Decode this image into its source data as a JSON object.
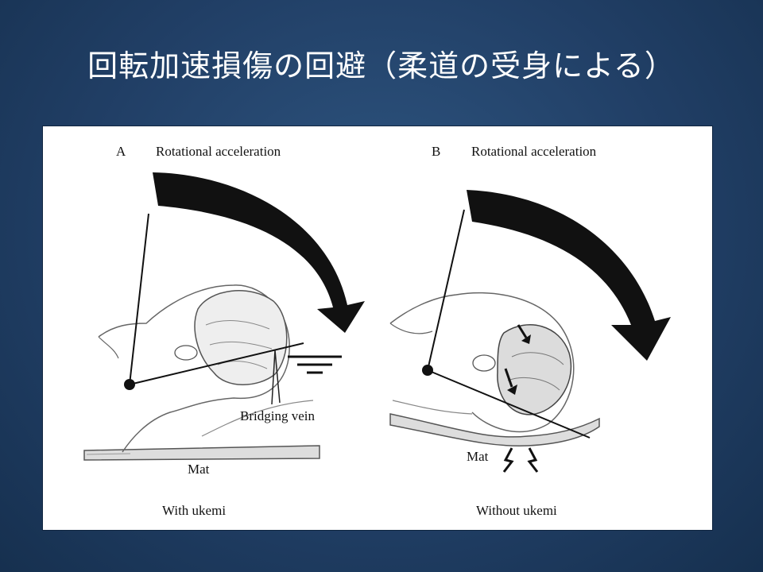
{
  "title": "回転加速損傷の回避（柔道の受身による）",
  "panel_a": {
    "letter": "A",
    "heading": "Rotational acceleration",
    "callout": "Bridging vein",
    "surface": "Mat",
    "caption": "With ukemi"
  },
  "panel_b": {
    "letter": "B",
    "heading": "Rotational acceleration",
    "surface": "Mat",
    "caption": "Without ukemi"
  },
  "colors": {
    "background": "#213f66",
    "panel": "#ffffff",
    "ink": "#111111"
  }
}
